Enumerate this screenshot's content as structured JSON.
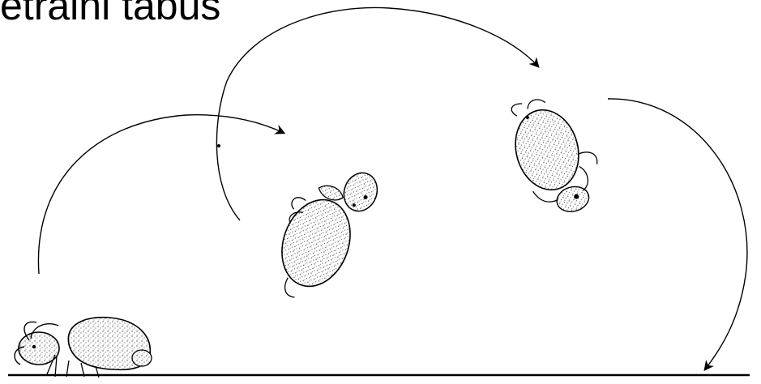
{
  "figure": {
    "caption": "etraini tabus",
    "colors": {
      "ink": "#000000",
      "stipple": "#555555",
      "background": "#ffffff"
    },
    "parts": [
      "ground-line",
      "jump-arc-1",
      "jump-arc-2",
      "jump-arc-3",
      "springtail-resting",
      "springtail-mid-jump-1",
      "springtail-mid-jump-2"
    ]
  }
}
